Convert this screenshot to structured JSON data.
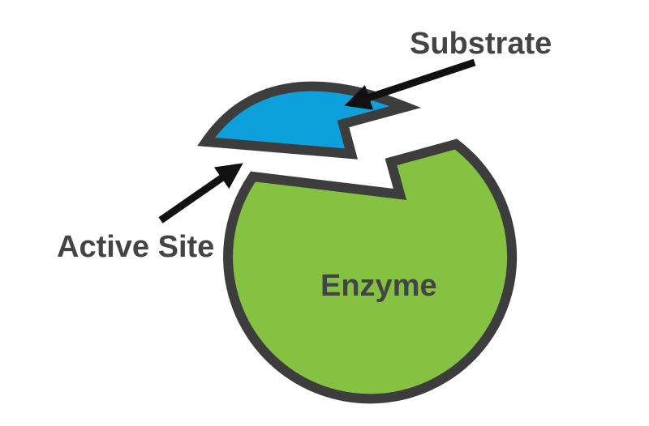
{
  "labels": {
    "substrate": "Substrate",
    "active_site": "Active Site",
    "enzyme": "Enzyme"
  },
  "colors": {
    "enzyme_fill": "#86c241",
    "substrate_fill": "#0ea0dc",
    "outline": "#3d3d3d",
    "label_text": "#444444",
    "arrow": "#111111"
  },
  "icons": {
    "substrate_arrow": "arrow-icon",
    "active_site_arrow": "arrow-icon"
  }
}
